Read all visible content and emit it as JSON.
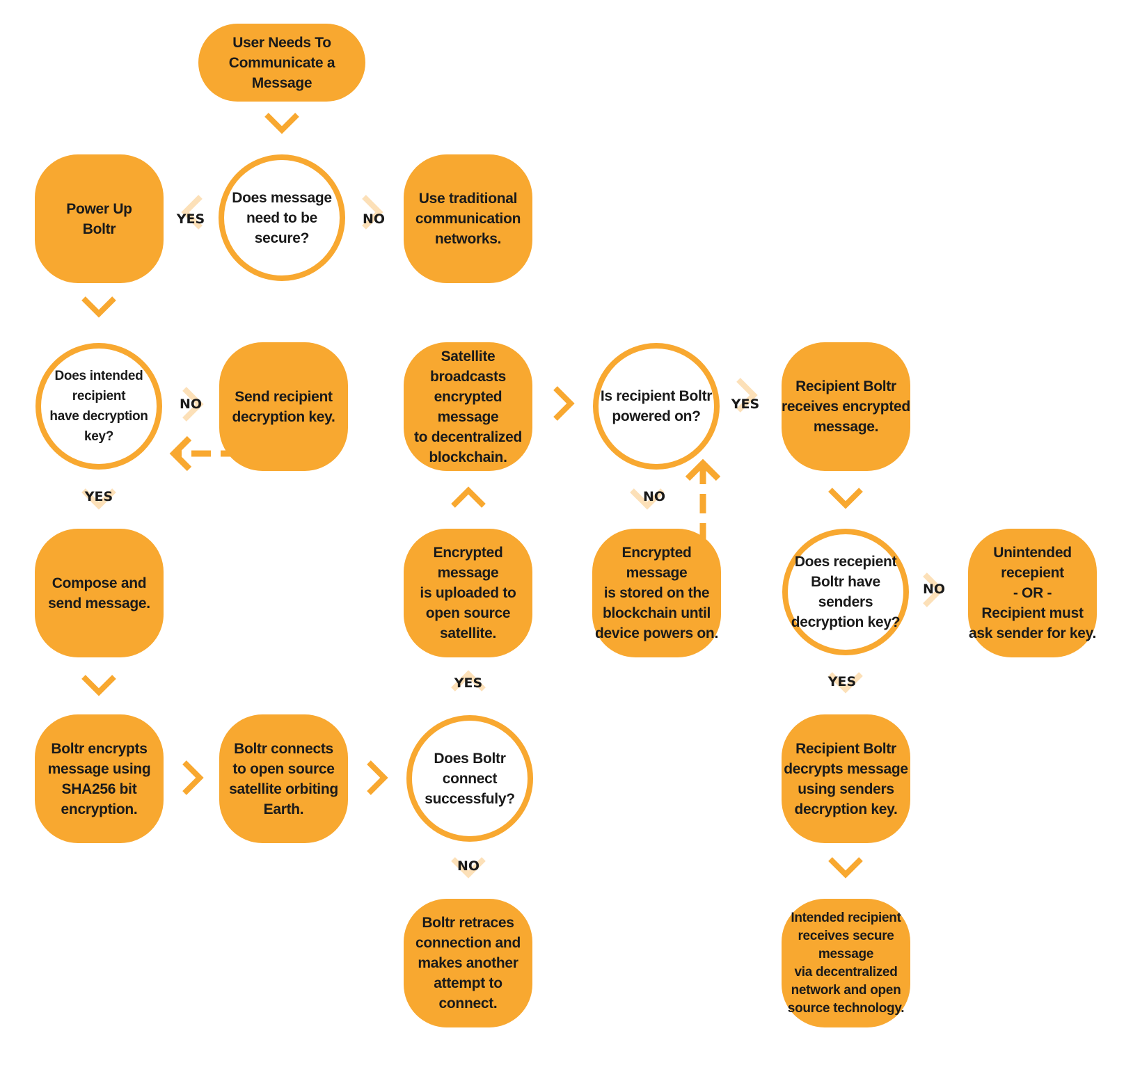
{
  "colors": {
    "accent": "#F8A830",
    "light_accent": "#FCE0B8",
    "text": "#1a1a1a"
  },
  "nodes": {
    "start": "User Needs To\nCommunicate a Message",
    "q_secure": "Does message\nneed to be secure?",
    "power_up": "Power Up\nBoltr",
    "traditional": "Use traditional\ncommunication\nnetworks.",
    "q_has_key": "Does intended recipient\nhave decryption key?",
    "send_key": "Send recipient\ndecryption key.",
    "satellite_broadcast": "Satellite broadcasts\nencrypted message\nto decentralized\nblockchain.",
    "q_powered": "Is recipient Boltr\npowered on?",
    "recipient_receives": "Recipient Boltr\nreceives encrypted\nmessage.",
    "compose": "Compose and\nsend message.",
    "uploaded": "Encrypted message\nis uploaded to\nopen source\nsatellite.",
    "stored": "Encrypted message\nis stored on the\nblockchain until\ndevice powers on.",
    "q_sender_key": "Does recepient\nBoltr have senders\ndecryption key?",
    "unintended": "Unintended recepient\n- OR -\nRecipient must\nask sender for key.",
    "encrypts": "Boltr encrypts\nmessage using\nSHA256 bit\nencryption.",
    "connects": "Boltr connects\nto open source\nsatellite orbiting\nEarth.",
    "q_connect": "Does Boltr\nconnect successfuly?",
    "decrypts": "Recipient Boltr\ndecrypts message\nusing senders\ndecryption key.",
    "retraces": "Boltr retraces\nconnection and\nmakes another\nattempt to connect.",
    "final": "Intended recipient\nreceives secure message\nvia decentralized\nnetwork and open\nsource technology."
  },
  "labels": {
    "yes_secure": "YES",
    "no_secure": "NO",
    "no_has_key": "NO",
    "yes_has_key": "YES",
    "yes_powered": "YES",
    "no_powered": "NO",
    "yes_connect": "YES",
    "no_connect": "NO",
    "no_sender_key": "NO",
    "yes_sender_key": "YES"
  }
}
